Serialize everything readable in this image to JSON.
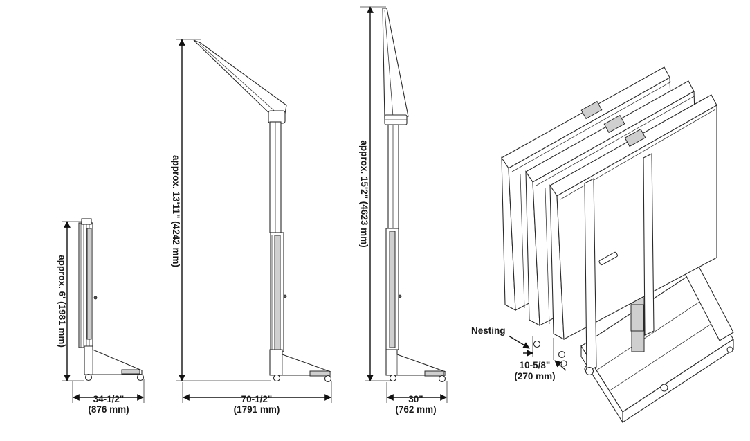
{
  "views": [
    {
      "id": "folded",
      "height_label": "approx. 6' (1981 mm)",
      "width_label_1": "34-1/2\"",
      "width_label_2": "(876 mm)"
    },
    {
      "id": "extended-angled",
      "height_label": "approx. 13'11\" (4242 mm)",
      "width_label_1": "70-1/2\"",
      "width_label_2": "(1791 mm)"
    },
    {
      "id": "extended-upright",
      "height_label": "approx. 15'2\" (4623 mm)",
      "width_label_1": "30\"",
      "width_label_2": "(762 mm)"
    },
    {
      "id": "nested",
      "nesting_label": "Nesting",
      "spacing_label_1": "10-5/8\"",
      "spacing_label_2": "(270 mm)"
    }
  ]
}
